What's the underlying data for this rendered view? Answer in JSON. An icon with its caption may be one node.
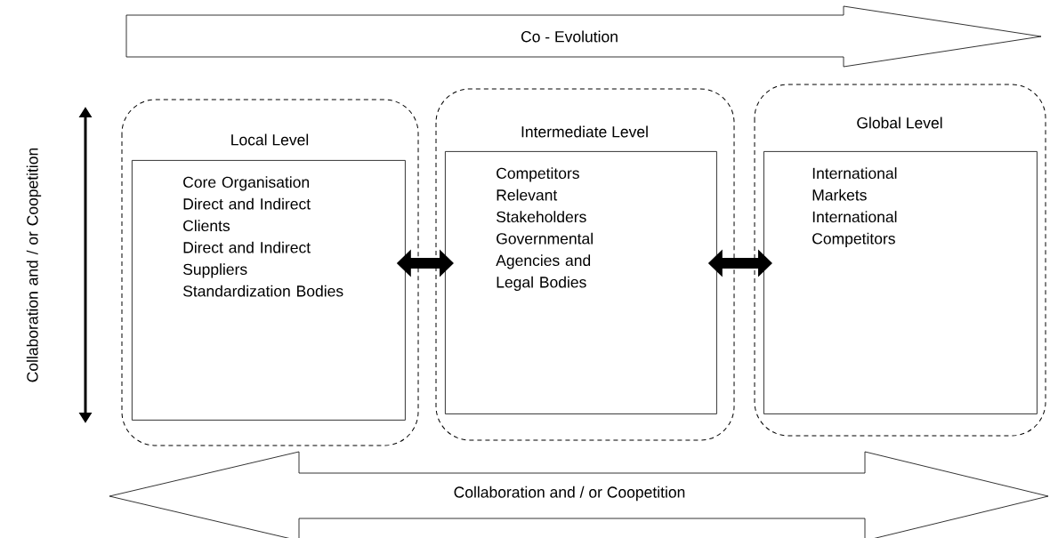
{
  "diagram": {
    "nodes": [
      {
        "text": [
          "Local Level"
        ]
      },
      {
        "text": [
          "Core Organisation",
          "Direct and Indirect Clients",
          "Direct and Indirect Suppliers",
          "Standardization Bodies"
        ],
        "in": 0
      },
      {
        "text": [
          "Intermediate Level"
        ]
      },
      {
        "text": [
          "Competitors",
          "Relevant Stakeholders",
          "Governmental Agencies and Legal Bodies"
        ],
        "in": 2
      },
      {
        "text": [
          "Global Level"
        ]
      },
      {
        "text": [
          "International Markets",
          "International Competitors"
        ],
        "in": 4
      },
      {
        "text": [
          "Co - Evolution"
        ]
      },
      {
        "text": [
          "Collaboration and / or Coopetition"
        ]
      }
    ],
    "edges": [
      {
        "from": 1,
        "to": 3,
        "arrow": "both"
      },
      {
        "from": 3,
        "to": 5,
        "arrow": "both"
      }
    ],
    "labels": [
      "Collaboration and / or Coopetition"
    ]
  }
}
